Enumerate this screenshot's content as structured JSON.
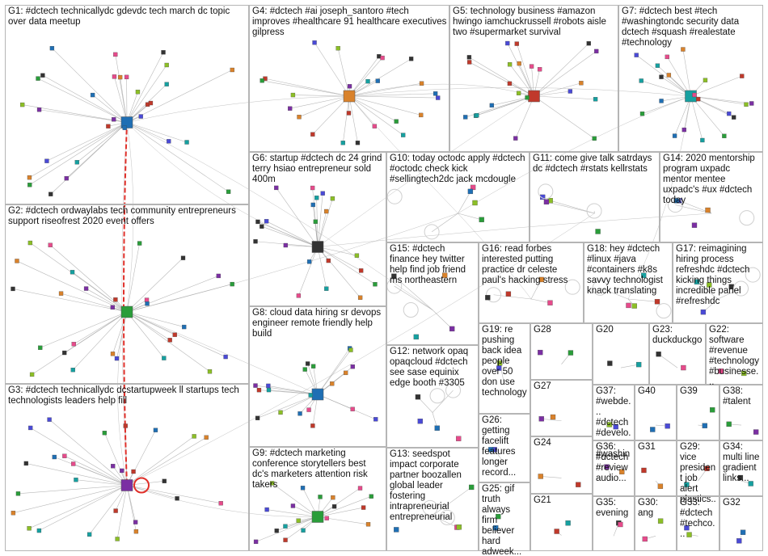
{
  "groups": [
    {
      "id": "G1",
      "label": "G1: #dctech technicallydc gdevdc tech march dc topic over data meetup"
    },
    {
      "id": "G2",
      "label": "G2: #dctech ordwaylabs tech community entrepreneurs support riseofrest 2020 event offers"
    },
    {
      "id": "G3",
      "label": "G3: #dctech technicallydc dcstartupweek ll startups tech technologists leaders help fill"
    },
    {
      "id": "G4",
      "label": "G4: #dctech #ai joseph_santoro #tech improves #healthcare 91 healthcare executives gilpress"
    },
    {
      "id": "G5",
      "label": "G5: technology business #amazon hwingo iamchuckrussell #robots aisle two #supermarket survival"
    },
    {
      "id": "G6",
      "label": "G6: startup #dctech dc 24 grind terry hsiao entrepreneur sold 400m"
    },
    {
      "id": "G7",
      "label": "G7: #dctech best #tech #washingtondc security data dctech #squash #realestate #technology"
    },
    {
      "id": "G8",
      "label": "G8: cloud data hiring sr devops engineer remote friendly help build"
    },
    {
      "id": "G9",
      "label": "G9: #dctech marketing conference storytellers best dc's marketers attention risk takers"
    },
    {
      "id": "G10",
      "label": "G10: today octodc apply #dctech #octodc check kick #sellingtech2dc jack mcdougle"
    },
    {
      "id": "G11",
      "label": "G11: come give talk satrdays dc #dctech #rstats kellrstats"
    },
    {
      "id": "G12",
      "label": "G12: network opaq opaqcloud #dctech see sase equinix edge booth #3305"
    },
    {
      "id": "G13",
      "label": "G13: seedspot impact corporate partner boozallen global leader fostering intrapreneurial entrepreneurial"
    },
    {
      "id": "G14",
      "label": "G14: 2020 mentorship program uxpadc mentor mentee uxpadc's #ux #dctech today"
    },
    {
      "id": "G15",
      "label": "G15: #dctech finance hey twitter help find job friend ms northeastern"
    },
    {
      "id": "G16",
      "label": "G16: read forbes interested putting practice dr celeste paul's hacking stress"
    },
    {
      "id": "G17",
      "label": "G17: reimagining hiring process refreshdc #dctech kicking things incredible panel #refreshdc"
    },
    {
      "id": "G18",
      "label": "G18: hey #dctech #linux #java #containers #k8s savvy technologist knack translating"
    },
    {
      "id": "G19",
      "label": "G19: re pushing back idea people over 50 don use technology"
    },
    {
      "id": "G20",
      "label": "G20"
    },
    {
      "id": "G21",
      "label": "G21"
    },
    {
      "id": "G22",
      "label": "G22: software #revenue #technology #businesse..."
    },
    {
      "id": "G23",
      "label": "G23: duckduckgo"
    },
    {
      "id": "G24",
      "label": "G24"
    },
    {
      "id": "G25",
      "label": "G25: gif truth always firm believer hard adweek..."
    },
    {
      "id": "G26",
      "label": "G26: getting facelift features longer record..."
    },
    {
      "id": "G27",
      "label": "G27"
    },
    {
      "id": "G28",
      "label": "G28"
    },
    {
      "id": "G29",
      "label": "G29: vice president job alert plastics..."
    },
    {
      "id": "G30",
      "label": "G30: ang"
    },
    {
      "id": "G31",
      "label": "G31"
    },
    {
      "id": "G32",
      "label": "G32"
    },
    {
      "id": "G33",
      "label": "G33: #dctech #techco..."
    },
    {
      "id": "G34",
      "label": "G34: multi line gradient links..."
    },
    {
      "id": "G35",
      "label": "G35: evening"
    },
    {
      "id": "G36",
      "label": "G36: #dctech #review audio..."
    },
    {
      "id": "G37",
      "label": "G37: #webde... #dctech #develo... #washin..."
    },
    {
      "id": "G38",
      "label": "G38: #talent"
    },
    {
      "id": "G39",
      "label": "G39"
    },
    {
      "id": "G40",
      "label": "G40"
    }
  ],
  "colors": {
    "border": "#b5b5b5",
    "edge": "#a8a8a8",
    "highlight_edge": "#e0302a",
    "node_palette": [
      "#1f6fb4",
      "#2a9d3a",
      "#7b2fa3",
      "#d9822b",
      "#c0392b",
      "#16a0a0",
      "#333333",
      "#e64b8b",
      "#8cbf26",
      "#4a4ad6"
    ]
  },
  "node_icons": [
    "avatar-square",
    "logo-square",
    "self-loop-circle"
  ]
}
